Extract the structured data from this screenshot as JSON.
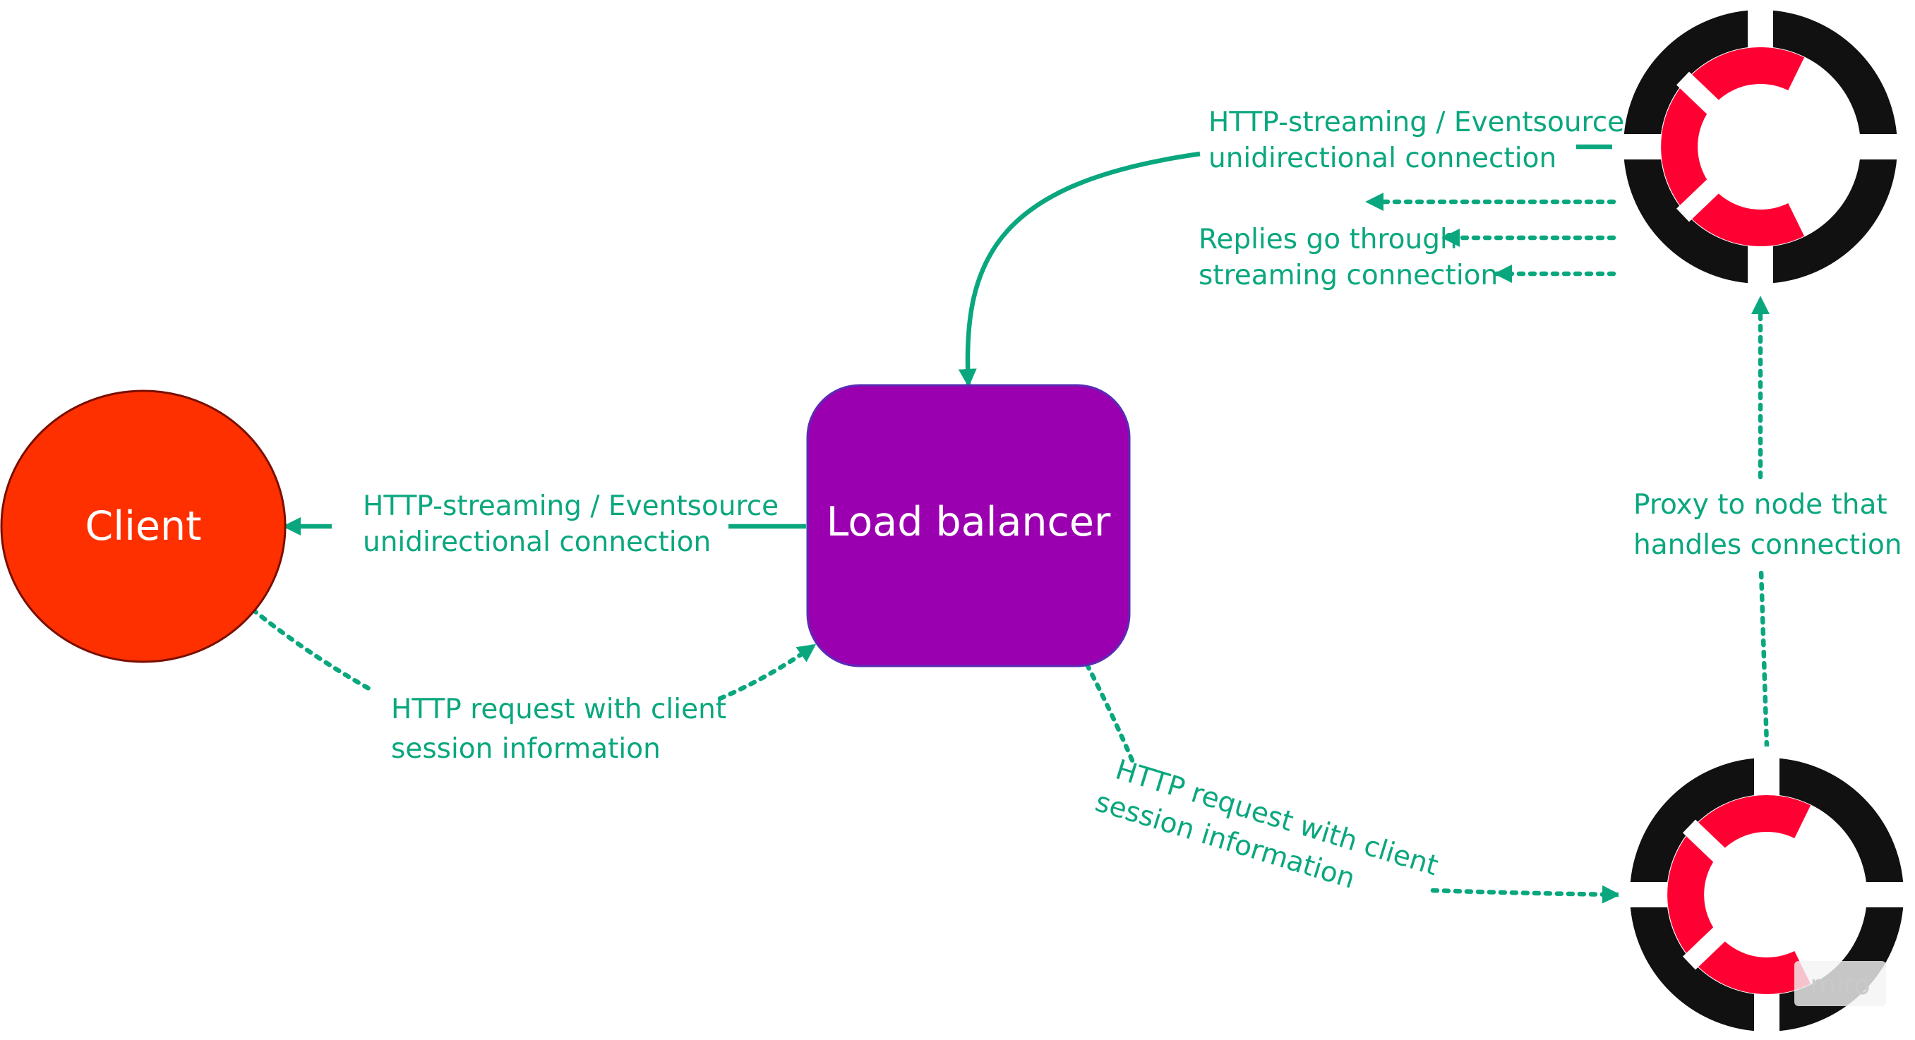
{
  "nodes": {
    "client": "Client",
    "load_balancer": "Load balancer"
  },
  "edges": {
    "lb_to_client": [
      "HTTP-streaming / Eventsource",
      "unidirectional connection"
    ],
    "client_to_lb": [
      "HTTP request with client",
      "session information"
    ],
    "top_node_to_lb": [
      "HTTP-streaming / Eventsource",
      "unidirectional connection"
    ],
    "replies": [
      "Replies go through",
      "streaming connection"
    ],
    "lb_to_bottom_node": [
      "HTTP request with client",
      "session information"
    ],
    "proxy": [
      "Proxy to node that",
      "handles connection"
    ]
  },
  "watermark": "miro",
  "icons": {
    "top_node": "crossbar-logo-icon",
    "bottom_node": "crossbar-logo-icon"
  },
  "colors": {
    "client_fill": "#ff3000",
    "load_balancer_fill": "#9b00b0",
    "connector": "#0aa77e",
    "logo_ring": "#111111",
    "logo_c": "#ff0033"
  }
}
